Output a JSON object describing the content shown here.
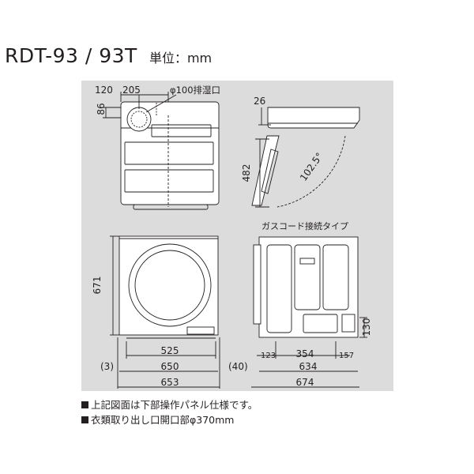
{
  "header": {
    "title": "RDT-93 / 93T",
    "unit": "単位：mm"
  },
  "front_view": {
    "dims": [
      "120",
      "205",
      "φ100排湿口",
      "86"
    ]
  },
  "side_view": {
    "dims": [
      "26",
      "482",
      "102.5°"
    ]
  },
  "top_view": {
    "dims": [
      "671",
      "525",
      "(3)",
      "650",
      "653"
    ]
  },
  "rear_view": {
    "label": "ガスコード接続タイプ",
    "dims": [
      "123",
      "354",
      "157",
      "130",
      "(40)",
      "634",
      "674"
    ]
  },
  "notes": [
    "上記図面は下部操作パネル仕様です。",
    "衣類取り出し口開口部φ370mm"
  ],
  "colors": {
    "panel": "#dcdcdc",
    "ink": "#231f20",
    "machine": "#ffffff"
  }
}
